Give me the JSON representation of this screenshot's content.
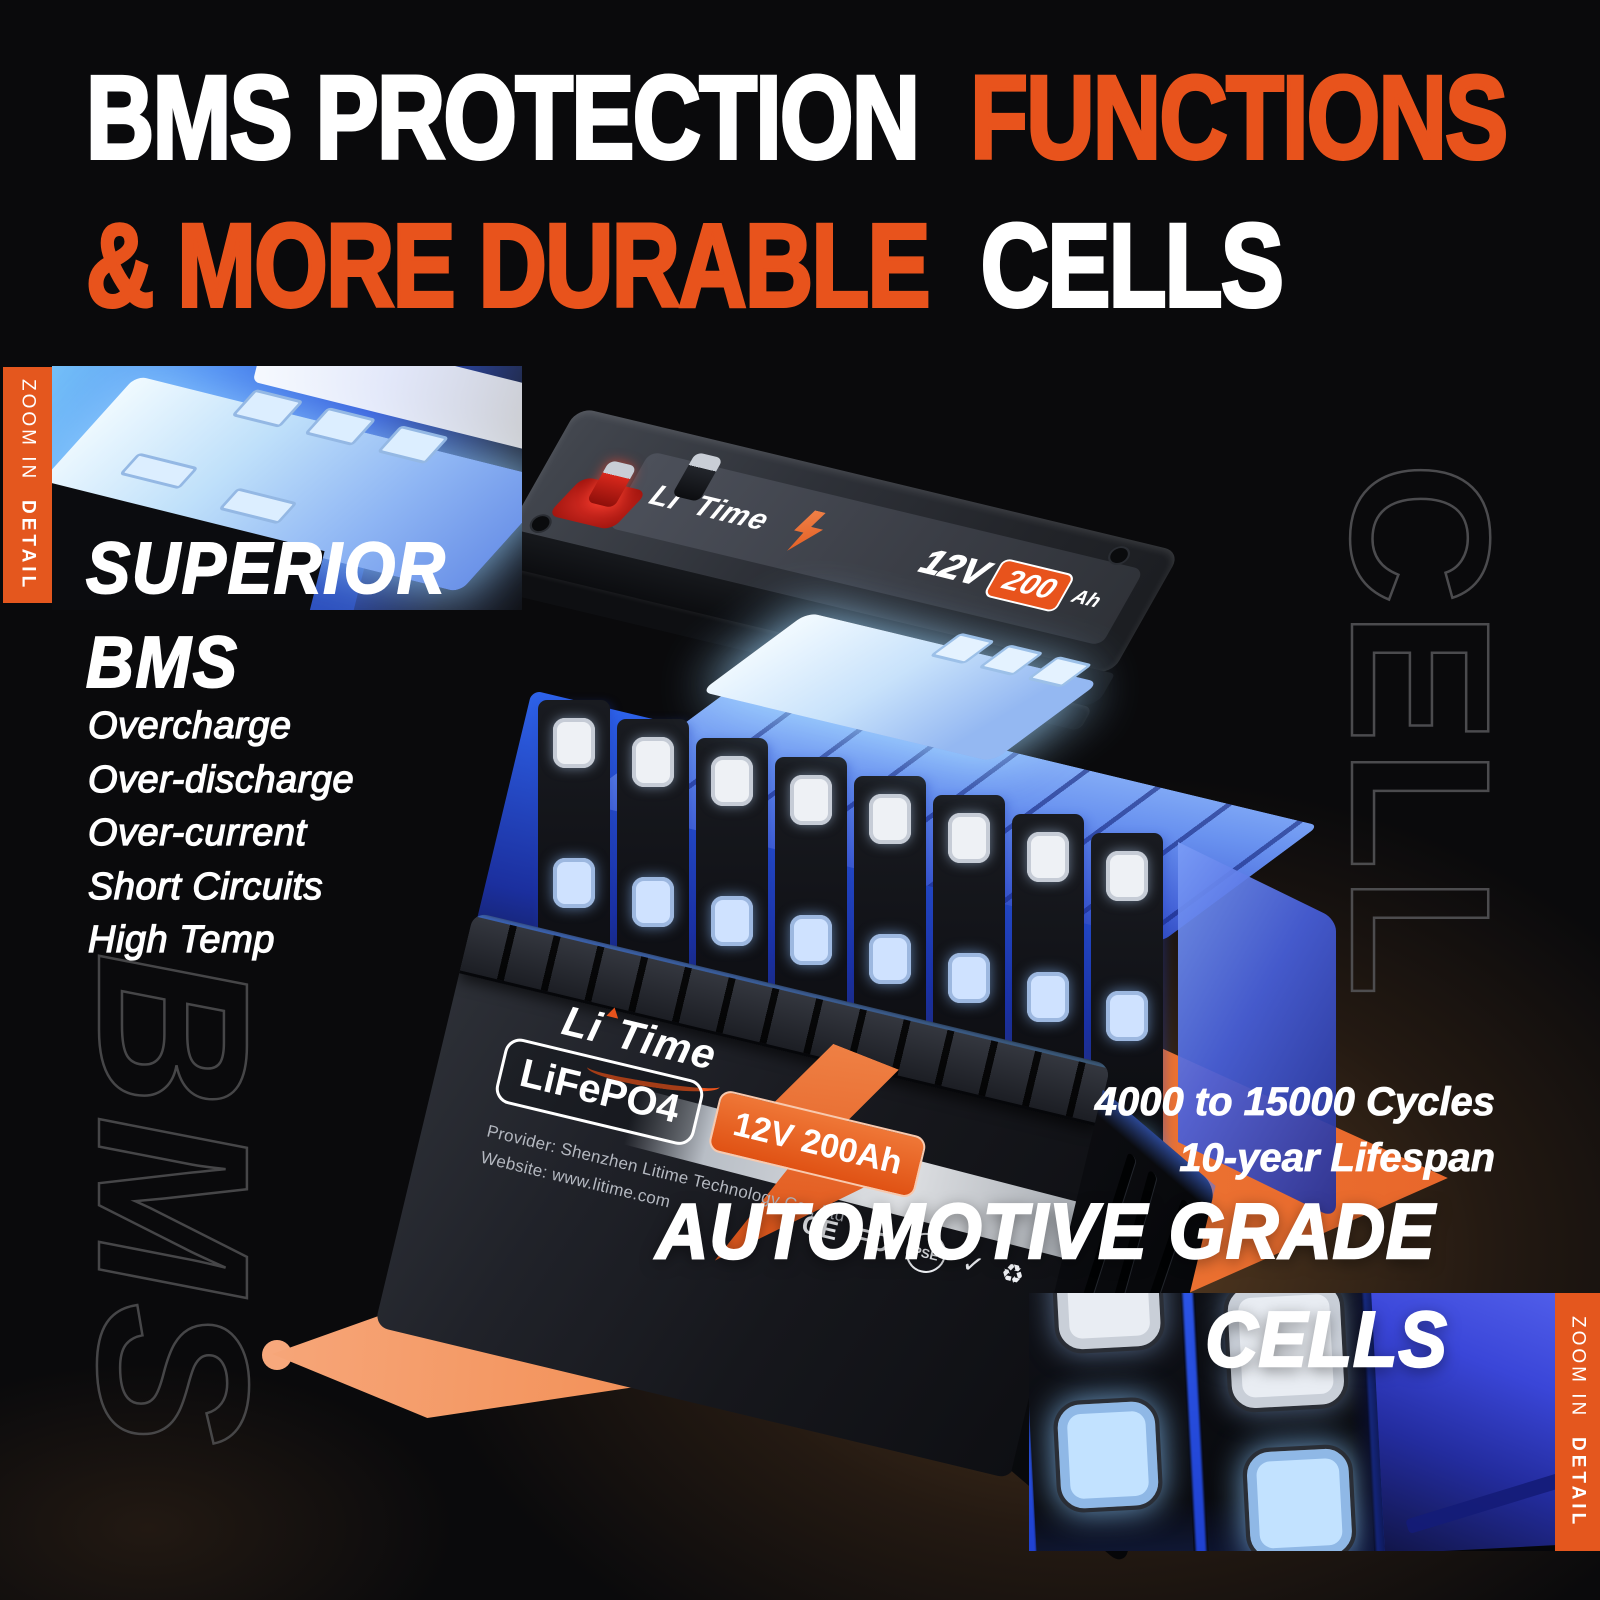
{
  "colors": {
    "background": "#0A0A0C",
    "accent_orange": "#E8531C",
    "badge_orange": "#E4571E",
    "beam_light": "#F7A87C",
    "beam_dark": "#E8662A",
    "cell_blue": "#5D86EC",
    "glow_cyan": "#8FD4FF",
    "watermark_stroke": "#515153",
    "white": "#FFFFFF"
  },
  "title": {
    "line1_white": "BMS PROTECTION",
    "line1_orange": "FUNCTIONS",
    "line2_orange": "& MORE DURABLE",
    "line2_white": "CELLS"
  },
  "zoom_badges": {
    "left": {
      "text_regular": "ZOOM IN",
      "text_bold": "DETAIL"
    },
    "right": {
      "text_regular": "ZOOM IN",
      "text_bold": "DETAIL"
    }
  },
  "bms_section": {
    "heading_line1": "SUPERIOR",
    "heading_line2": "BMS",
    "features": [
      "Overcharge",
      "Over-discharge",
      "Over-current",
      "Short Circuits",
      "High Temp"
    ]
  },
  "watermarks": {
    "left": "BMS",
    "right": "CELL"
  },
  "battery_lid": {
    "brand_left": "Li",
    "brand_right": "Time",
    "voltage": "12V",
    "capacity": "200",
    "capacity_unit": "Ah"
  },
  "battery_case": {
    "brand_left": "Li",
    "brand_right": "Time",
    "chemistry": "LiFePO4",
    "spec": "12V 200Ah",
    "provider_line": "Provider: Shenzhen Litime Technology Co., Ltd",
    "website_line": "Website: www.litime.com",
    "certifications": [
      "CE",
      "FC",
      "PSE",
      "✓",
      "♻"
    ]
  },
  "cells_section": {
    "cycles": "4000 to 15000 Cycles",
    "lifespan": "10-year Lifespan",
    "headline_line1": "AUTOMOTIVE GRADE",
    "headline_line2": "CELLS"
  }
}
